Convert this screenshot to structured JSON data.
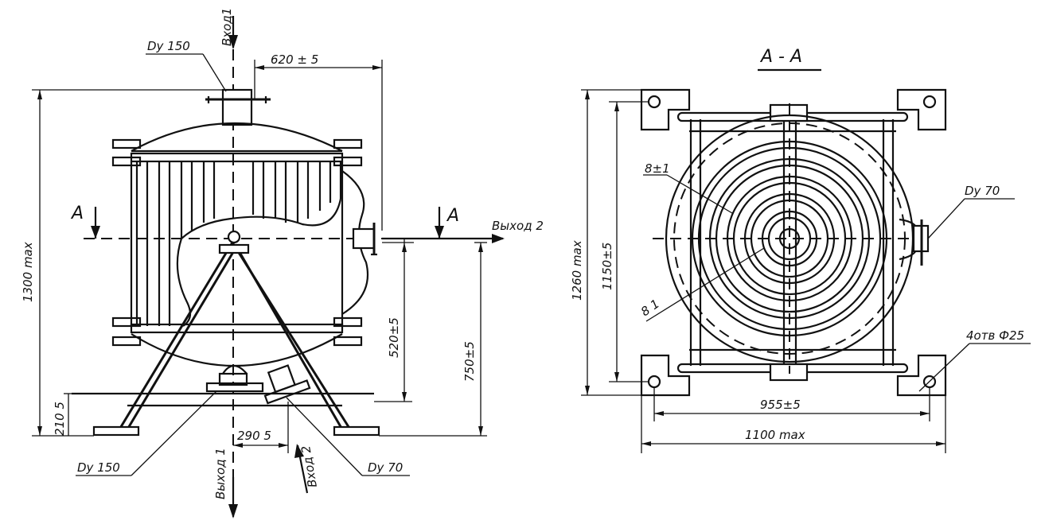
{
  "front_view": {
    "inlet1_top": "Вход1",
    "nozzle_top": "Dy 150",
    "dim_620": "620 ± 5",
    "section_mark_left": "А",
    "section_mark_right": "А",
    "outlet2": "Выход 2",
    "height_total": "1300 max",
    "dim_520": "520±5",
    "dim_750": "750±5",
    "dim_210": "210 5",
    "dim_290": "290 5",
    "nozzle_bottom_left": "Dy 150",
    "outlet1_bottom": "Выход 1",
    "inlet2_bottom": "Вход 2",
    "nozzle_bottom_right": "Dy 70"
  },
  "section_view": {
    "title": "А - А",
    "label_8pm1_top": "8±1",
    "label_81_bottom": "8 1",
    "nozzle_right": "Dy 70",
    "holes": "4отв Ф25",
    "height_1260": "1260 max",
    "dim_1150": "1150±5",
    "dim_955": "955±5",
    "dim_1100": "1100 max"
  }
}
